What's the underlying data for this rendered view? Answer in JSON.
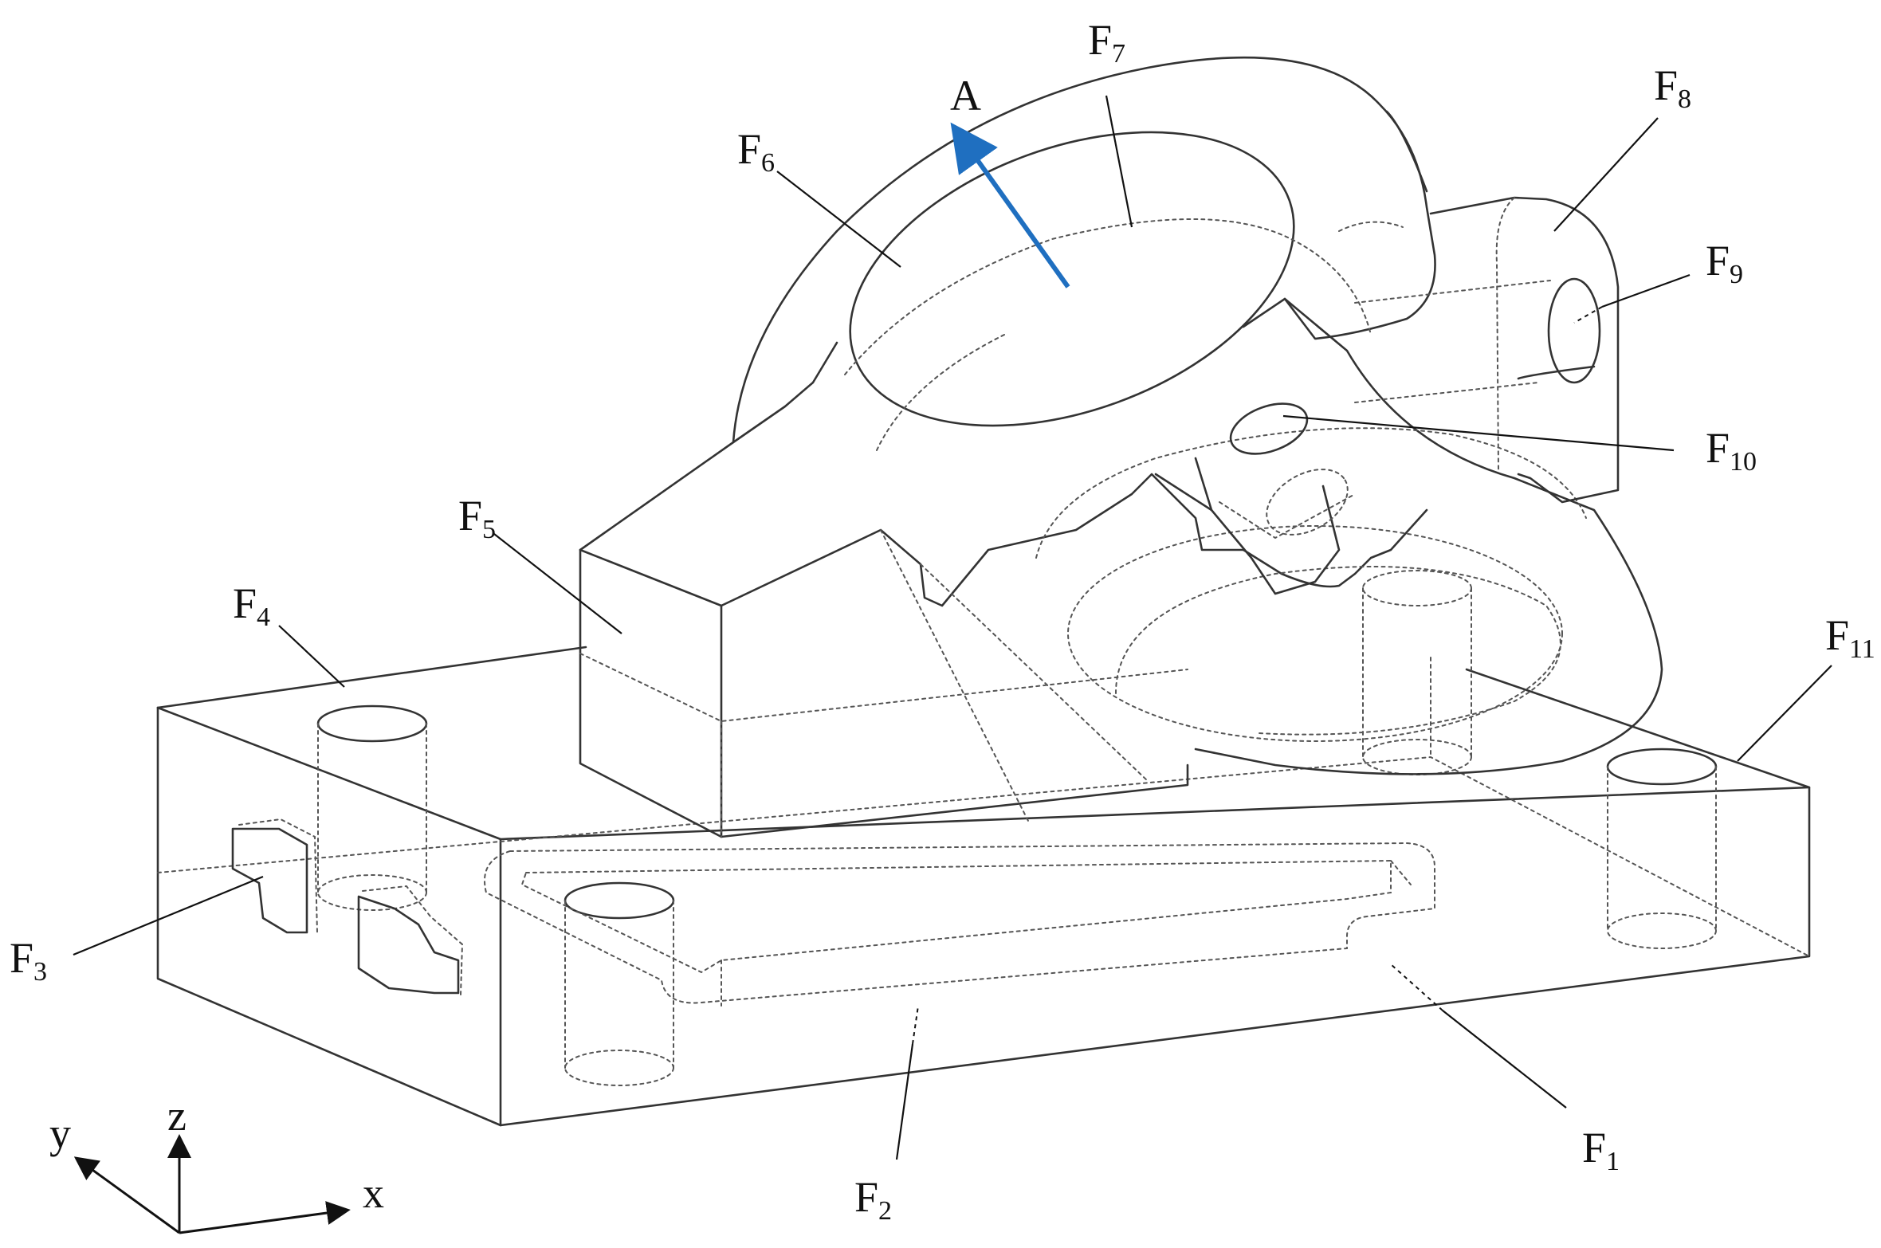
{
  "labels": {
    "F1": {
      "base": "F",
      "sub": "1"
    },
    "F2": {
      "base": "F",
      "sub": "2"
    },
    "F3": {
      "base": "F",
      "sub": "3"
    },
    "F4": {
      "base": "F",
      "sub": "4"
    },
    "F5": {
      "base": "F",
      "sub": "5"
    },
    "F6": {
      "base": "F",
      "sub": "6"
    },
    "F7": {
      "base": "F",
      "sub": "7"
    },
    "F8": {
      "base": "F",
      "sub": "8"
    },
    "F9": {
      "base": "F",
      "sub": "9"
    },
    "F10": {
      "base": "F",
      "sub": "10"
    },
    "F11": {
      "base": "F",
      "sub": "11"
    }
  },
  "direction_label": "A",
  "axes": {
    "x": "x",
    "y": "y",
    "z": "z"
  },
  "colors": {
    "direction_arrow": "#1f6fc0",
    "lines": "#333333"
  }
}
